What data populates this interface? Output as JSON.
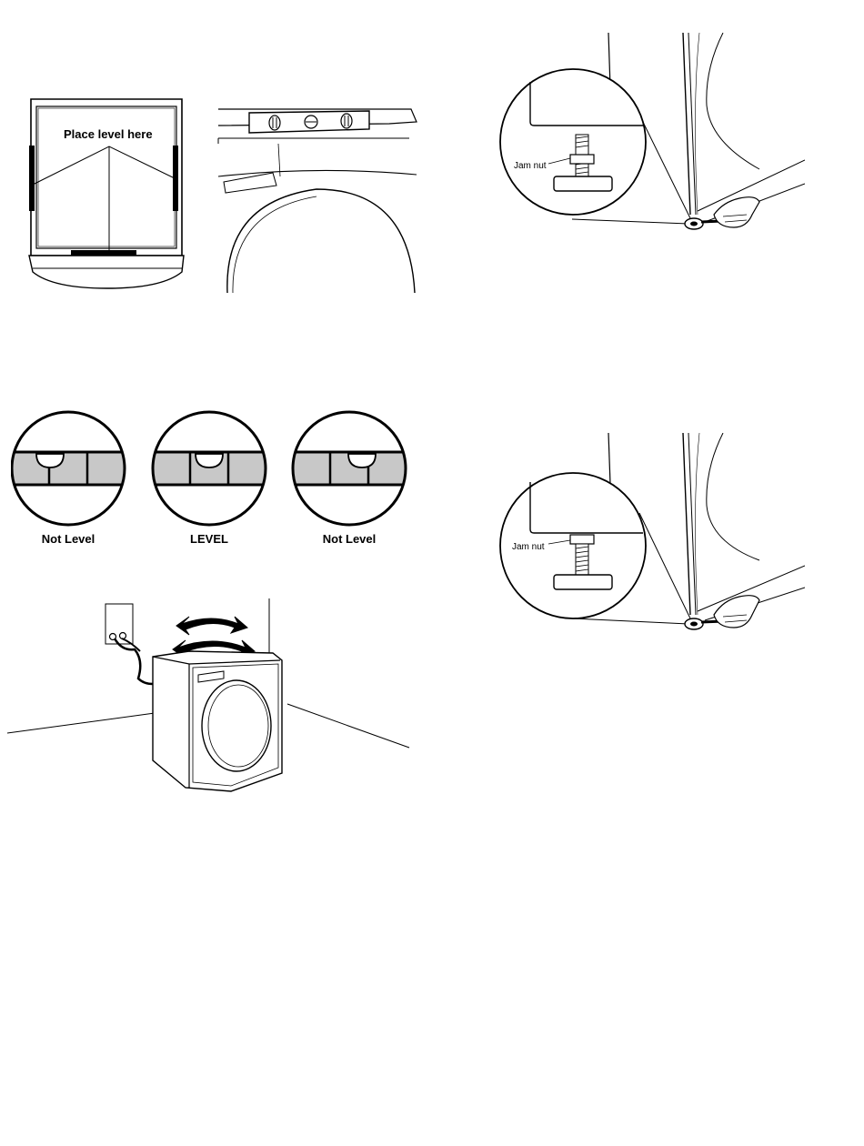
{
  "top_view": {
    "place_level_label": "Place level here"
  },
  "bubbles": [
    {
      "label": "Not Level",
      "state": "off-left"
    },
    {
      "label": "LEVEL",
      "state": "centered"
    },
    {
      "label": "Not Level",
      "state": "off-right"
    }
  ],
  "foot_detail_upper": {
    "jam_nut_label": "Jam nut"
  },
  "foot_detail_lower": {
    "jam_nut_label": "Jam nut"
  },
  "colors": {
    "line": "#000000",
    "level_tube": "#c8c8c8",
    "background": "#ffffff"
  },
  "icons": [
    "rocking-arrows-icon",
    "wrench-icon",
    "hand-icon",
    "level-tool-icon"
  ]
}
